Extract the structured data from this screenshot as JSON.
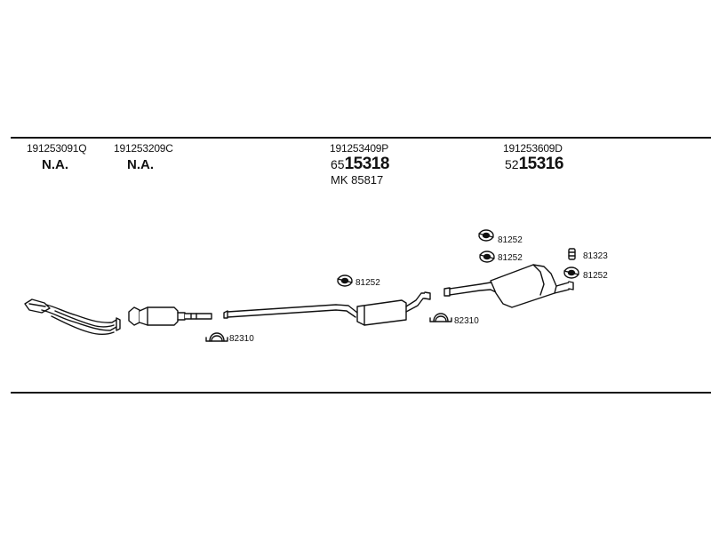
{
  "columns": [
    {
      "part_no": "191253091Q",
      "status": "N.A."
    },
    {
      "part_no": "191253209C",
      "status": "N.A."
    },
    {
      "part_no": "191253409P",
      "code_prefix": "65",
      "code": "15318",
      "extra": "MK  85817"
    },
    {
      "part_no": "191253609D",
      "code_prefix": "52",
      "code": "15316"
    }
  ],
  "parts": {
    "clamp_a": "82310",
    "clamp_b": "82310",
    "hanger_a": "81252",
    "hanger_b": "81252",
    "hanger_c": "81252",
    "hanger_d": "81252",
    "bracket": "81323"
  }
}
